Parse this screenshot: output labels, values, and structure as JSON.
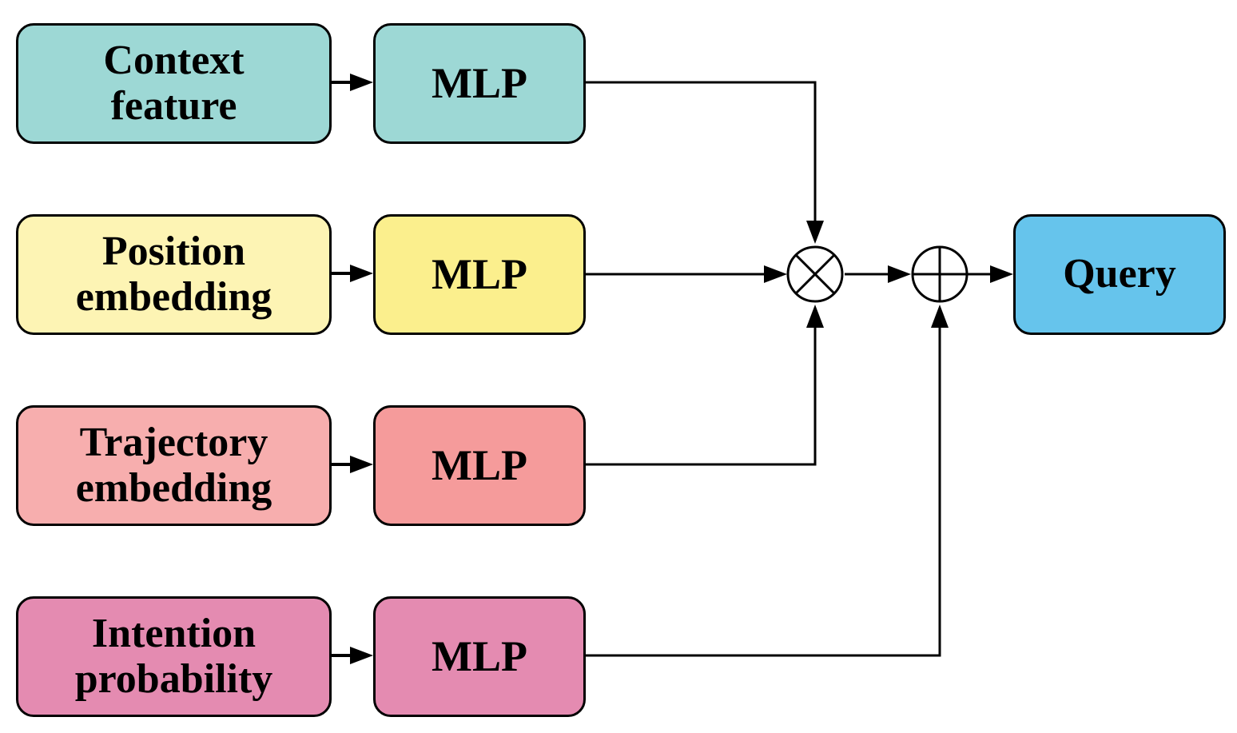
{
  "inputs": [
    {
      "line1": "Context",
      "line2": "feature",
      "color": "#9dd8d5"
    },
    {
      "line1": "Position",
      "line2": "embedding",
      "color": "#fdf4b4"
    },
    {
      "line1": "Trajectory",
      "line2": "embedding",
      "color": "#f7aeae"
    },
    {
      "line1": "Intention",
      "line2": "probability",
      "color": "#e48bb1"
    }
  ],
  "mlps": [
    {
      "label": "MLP",
      "color": "#9dd8d5"
    },
    {
      "label": "MLP",
      "color": "#fbef8d"
    },
    {
      "label": "MLP",
      "color": "#f59b9b"
    },
    {
      "label": "MLP",
      "color": "#e48bb1"
    }
  ],
  "output": {
    "label": "Query",
    "color": "#66c4ec"
  },
  "operators": {
    "multiply": "multiply-operator",
    "add": "add-operator"
  },
  "colors": {
    "stroke": "#000000",
    "background": "#ffffff"
  }
}
